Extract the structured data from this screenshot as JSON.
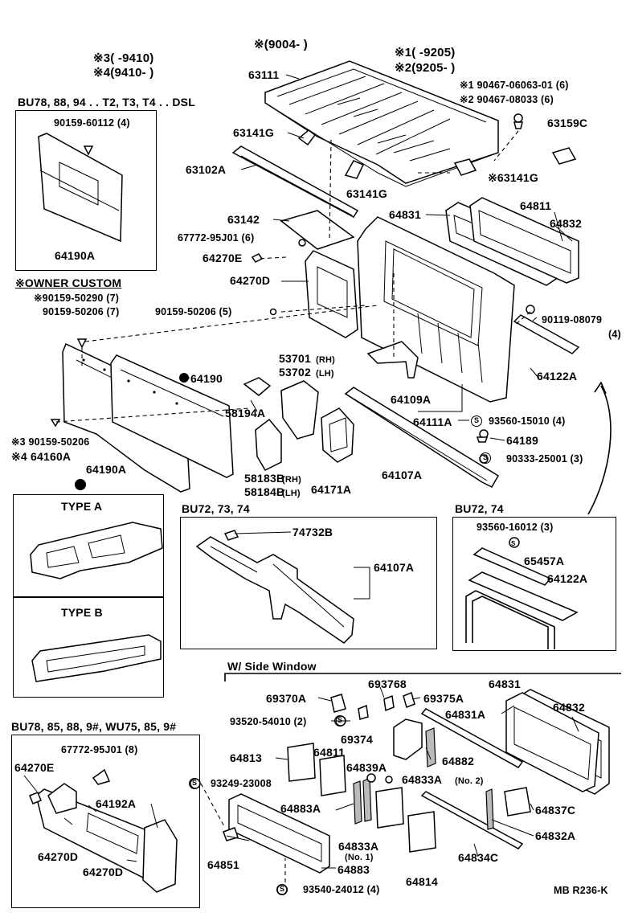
{
  "code_headers": {
    "c3": "※3(      -9410)",
    "c4": "※4(9410-        )",
    "c9004": "※(9004-        )",
    "c1": "※1(        -9205)",
    "c2": "※2(9205-        )"
  },
  "panels": {
    "dsl_header": "BU78, 88, 94 . . T2, T3, T4 . . DSL",
    "owner_custom": "※OWNER CUSTOM",
    "type_a": "TYPE A",
    "type_b": "TYPE B",
    "bu72_73_74": "BU72, 73, 74",
    "bu72_74": "BU72, 74",
    "bu78_wu75": "BU78, 85, 88, 9#, WU75, 85, 9#",
    "side_window": "W/ Side Window"
  },
  "parts": {
    "p63111": "63111",
    "p90467a": "※1 90467-06063-01 (6)",
    "p90467b": "※2 90467-08033 (6)",
    "p63159c": "63159C",
    "p63141g_l": "63141G",
    "p63141g_b": "63141G",
    "p63141g_r": "※63141G",
    "p63102a": "63102A",
    "p90159_60112": "90159-60112 (4)",
    "p64190a_top": "64190A",
    "p63142": "63142",
    "p67772_top": "67772-95J01 (6)",
    "p64270e_top": "64270E",
    "p64831_top": "64831",
    "p64811_top": "64811",
    "p64832_top": "64832",
    "p64270d_top": "64270D",
    "p90159_50290": "※90159-50290 (7)",
    "p90159_50206_7": "90159-50206 (7)",
    "p90159_50206_5": "90159-50206 (5)",
    "p90119": "90119-08079",
    "p90119_q": "(4)",
    "p64190": "64190",
    "p53701": "53701",
    "p53701_s": "(RH)",
    "p53702": "53702",
    "p53702_s": "(LH)",
    "p64122a_top": "64122A",
    "p58194a": "58194A",
    "p64109a": "64109A",
    "p64111a": "64111A",
    "p93560_15010": "93560-15010 (4)",
    "p64189": "64189",
    "p90333": "90333-25001 (3)",
    "p3_90159_50206": "※3 90159-50206",
    "p4_64160a": "※4 64160A",
    "p64190a_bot": "64190A",
    "p58183b": "58183B",
    "p58183b_s": "(RH)",
    "p58184b": "58184B",
    "p58184b_s": "(LH)",
    "p64171a": "64171A",
    "p64107a_top": "64107A",
    "p74732b": "74732B",
    "p64107a_box": "64107A",
    "p93560_16012": "93560-16012 (3)",
    "p65457a": "65457A",
    "p64122a_box": "64122A",
    "p69370a": "69370A",
    "p693768": "693768",
    "p69375a": "69375A",
    "p64831_sw": "64831",
    "p64832_sw": "64832",
    "p93520": "93520-54010 (2)",
    "p69374": "69374",
    "p64831a": "64831A",
    "p67772_box": "67772-95J01 (8)",
    "p64270e_box": "64270E",
    "p64813": "64813",
    "p64811_sw": "64811",
    "p64839a": "64839A",
    "p64882": "64882",
    "p64833a_2": "64833A",
    "p64833a_2s": "(No. 2)",
    "p93249": "93249-23008",
    "p64192a": "64192A",
    "p64883a": "64883A",
    "p64837c": "64837C",
    "p64832a": "64832A",
    "p64833a_1": "64833A",
    "p64833a_1s": "(No. 1)",
    "p64270d_box1": "64270D",
    "p64851": "64851",
    "p64883": "64883",
    "p64834c": "64834C",
    "p64270d_box2": "64270D",
    "p64814": "64814",
    "p93540": "93540-24012 (4)",
    "ref": "MB R236-K"
  },
  "icons": {
    "s_mark": "S",
    "dot_mark": "●"
  }
}
